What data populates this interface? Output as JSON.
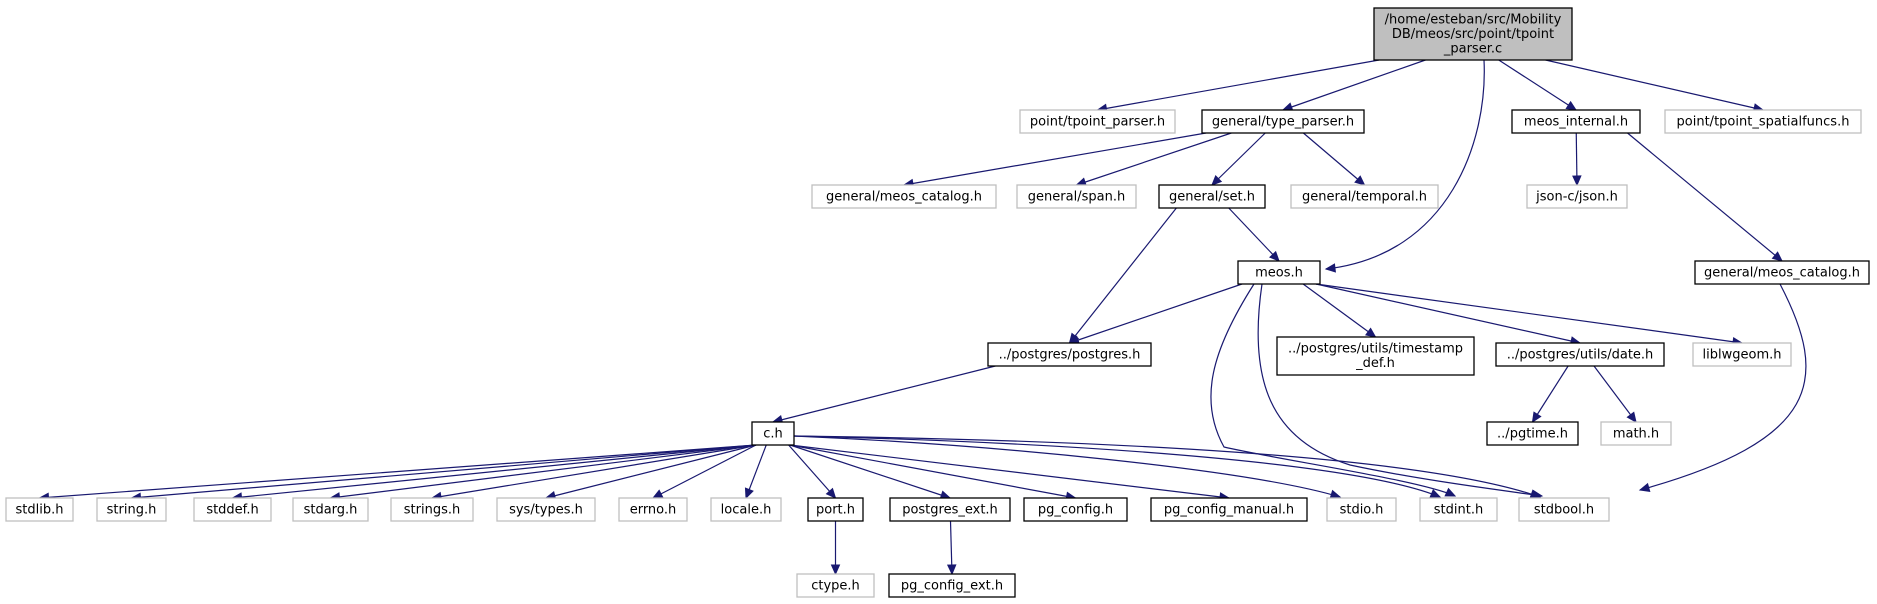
{
  "diagram": {
    "type": "include-dependency-graph",
    "colors": {
      "edge": "#191970",
      "root_fill": "#bfbfbf",
      "external_border": "#bfbfbf",
      "documented_border": "#000000"
    },
    "nodes": [
      {
        "id": "root",
        "lines": [
          "/home/esteban/src/Mobility",
          "DB/meos/src/point/tpoint",
          "_parser.c"
        ],
        "kind": "root"
      },
      {
        "id": "tpoint_parser_h",
        "lines": [
          "point/tpoint_parser.h"
        ],
        "kind": "ext"
      },
      {
        "id": "type_parser_h",
        "lines": [
          "general/type_parser.h"
        ],
        "kind": "doc"
      },
      {
        "id": "meos_internal_h",
        "lines": [
          "meos_internal.h"
        ],
        "kind": "doc"
      },
      {
        "id": "tpoint_spatialfuncs_h",
        "lines": [
          "point/tpoint_spatialfuncs.h"
        ],
        "kind": "ext"
      },
      {
        "id": "meos_catalog_h_1",
        "lines": [
          "general/meos_catalog.h"
        ],
        "kind": "ext"
      },
      {
        "id": "span_h",
        "lines": [
          "general/span.h"
        ],
        "kind": "ext"
      },
      {
        "id": "set_h",
        "lines": [
          "general/set.h"
        ],
        "kind": "doc"
      },
      {
        "id": "temporal_h",
        "lines": [
          "general/temporal.h"
        ],
        "kind": "ext"
      },
      {
        "id": "json_h",
        "lines": [
          "json-c/json.h"
        ],
        "kind": "ext"
      },
      {
        "id": "meos_h",
        "lines": [
          "meos.h"
        ],
        "kind": "doc"
      },
      {
        "id": "meos_catalog_h_2",
        "lines": [
          "general/meos_catalog.h"
        ],
        "kind": "doc"
      },
      {
        "id": "postgres_h",
        "lines": [
          "../postgres/postgres.h"
        ],
        "kind": "doc"
      },
      {
        "id": "timestamp_def_h",
        "lines": [
          "../postgres/utils/timestamp",
          "_def.h"
        ],
        "kind": "doc"
      },
      {
        "id": "date_h",
        "lines": [
          "../postgres/utils/date.h"
        ],
        "kind": "doc"
      },
      {
        "id": "liblwgeom_h",
        "lines": [
          "liblwgeom.h"
        ],
        "kind": "ext"
      },
      {
        "id": "pgtime_h",
        "lines": [
          "../pgtime.h"
        ],
        "kind": "doc"
      },
      {
        "id": "math_h",
        "lines": [
          "math.h"
        ],
        "kind": "ext"
      },
      {
        "id": "c_h",
        "lines": [
          "c.h"
        ],
        "kind": "doc"
      },
      {
        "id": "stdlib_h",
        "lines": [
          "stdlib.h"
        ],
        "kind": "ext"
      },
      {
        "id": "string_h",
        "lines": [
          "string.h"
        ],
        "kind": "ext"
      },
      {
        "id": "stddef_h",
        "lines": [
          "stddef.h"
        ],
        "kind": "ext"
      },
      {
        "id": "stdarg_h",
        "lines": [
          "stdarg.h"
        ],
        "kind": "ext"
      },
      {
        "id": "strings_h",
        "lines": [
          "strings.h"
        ],
        "kind": "ext"
      },
      {
        "id": "sys_types_h",
        "lines": [
          "sys/types.h"
        ],
        "kind": "ext"
      },
      {
        "id": "errno_h",
        "lines": [
          "errno.h"
        ],
        "kind": "ext"
      },
      {
        "id": "locale_h",
        "lines": [
          "locale.h"
        ],
        "kind": "ext"
      },
      {
        "id": "port_h",
        "lines": [
          "port.h"
        ],
        "kind": "doc"
      },
      {
        "id": "postgres_ext_h",
        "lines": [
          "postgres_ext.h"
        ],
        "kind": "doc"
      },
      {
        "id": "pg_config_h",
        "lines": [
          "pg_config.h"
        ],
        "kind": "doc"
      },
      {
        "id": "pg_config_manual_h",
        "lines": [
          "pg_config_manual.h"
        ],
        "kind": "doc"
      },
      {
        "id": "stdio_h",
        "lines": [
          "stdio.h"
        ],
        "kind": "ext"
      },
      {
        "id": "stdint_h",
        "lines": [
          "stdint.h"
        ],
        "kind": "ext"
      },
      {
        "id": "stdbool_h",
        "lines": [
          "stdbool.h"
        ],
        "kind": "ext"
      },
      {
        "id": "ctype_h",
        "lines": [
          "ctype.h"
        ],
        "kind": "ext"
      },
      {
        "id": "pg_config_ext_h",
        "lines": [
          "pg_config_ext.h"
        ],
        "kind": "doc"
      }
    ],
    "edges": [
      {
        "from": "root",
        "to": "tpoint_parser_h"
      },
      {
        "from": "root",
        "to": "type_parser_h"
      },
      {
        "from": "root",
        "to": "meos_h"
      },
      {
        "from": "root",
        "to": "meos_internal_h"
      },
      {
        "from": "root",
        "to": "tpoint_spatialfuncs_h"
      },
      {
        "from": "type_parser_h",
        "to": "meos_catalog_h_1"
      },
      {
        "from": "type_parser_h",
        "to": "span_h"
      },
      {
        "from": "type_parser_h",
        "to": "set_h"
      },
      {
        "from": "type_parser_h",
        "to": "temporal_h"
      },
      {
        "from": "set_h",
        "to": "postgres_h"
      },
      {
        "from": "set_h",
        "to": "meos_h"
      },
      {
        "from": "meos_internal_h",
        "to": "json_h"
      },
      {
        "from": "meos_internal_h",
        "to": "meos_catalog_h_2"
      },
      {
        "from": "meos_catalog_h_2",
        "to": "stdbool_h"
      },
      {
        "from": "meos_h",
        "to": "postgres_h"
      },
      {
        "from": "meos_h",
        "to": "timestamp_def_h"
      },
      {
        "from": "meos_h",
        "to": "date_h"
      },
      {
        "from": "meos_h",
        "to": "liblwgeom_h"
      },
      {
        "from": "meos_h",
        "to": "stdint_h"
      },
      {
        "from": "meos_h",
        "to": "stdbool_h"
      },
      {
        "from": "date_h",
        "to": "pgtime_h"
      },
      {
        "from": "date_h",
        "to": "math_h"
      },
      {
        "from": "postgres_h",
        "to": "c_h"
      },
      {
        "from": "c_h",
        "to": "stdlib_h"
      },
      {
        "from": "c_h",
        "to": "string_h"
      },
      {
        "from": "c_h",
        "to": "stddef_h"
      },
      {
        "from": "c_h",
        "to": "stdarg_h"
      },
      {
        "from": "c_h",
        "to": "strings_h"
      },
      {
        "from": "c_h",
        "to": "sys_types_h"
      },
      {
        "from": "c_h",
        "to": "errno_h"
      },
      {
        "from": "c_h",
        "to": "locale_h"
      },
      {
        "from": "c_h",
        "to": "port_h"
      },
      {
        "from": "c_h",
        "to": "postgres_ext_h"
      },
      {
        "from": "c_h",
        "to": "pg_config_h"
      },
      {
        "from": "c_h",
        "to": "pg_config_manual_h"
      },
      {
        "from": "c_h",
        "to": "stdio_h"
      },
      {
        "from": "c_h",
        "to": "stdint_h"
      },
      {
        "from": "c_h",
        "to": "stdbool_h"
      },
      {
        "from": "port_h",
        "to": "ctype_h"
      },
      {
        "from": "postgres_ext_h",
        "to": "pg_config_ext_h"
      }
    ]
  }
}
